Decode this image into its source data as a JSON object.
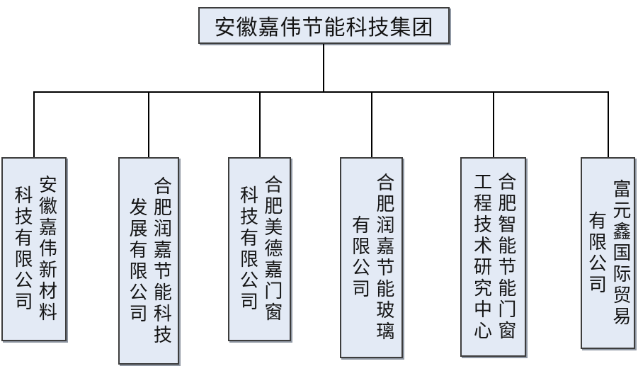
{
  "diagram": {
    "type": "org-chart",
    "root": {
      "label": "安徽嘉伟节能科技集团"
    },
    "subsidiaries": [
      {
        "label": "安徽嘉伟新材料\n科技有限公司"
      },
      {
        "label": "合肥润嘉节能科技\n发展有限公司"
      },
      {
        "label": "合肥美德嘉门窗\n科技有限公司"
      },
      {
        "label": "合肥润嘉节能玻璃\n有限公司"
      },
      {
        "label": "合肥智能节能门窗\n工程技术研究中心"
      },
      {
        "label": "富元鑫国际贸易\n有限公司"
      }
    ],
    "colors": {
      "box_fill": "#e3eaf5",
      "box_border": "#3d3d3d",
      "box_shadow": "#8f97a3",
      "connector": "#000000",
      "text": "#141414",
      "background": "#ffffff"
    }
  }
}
